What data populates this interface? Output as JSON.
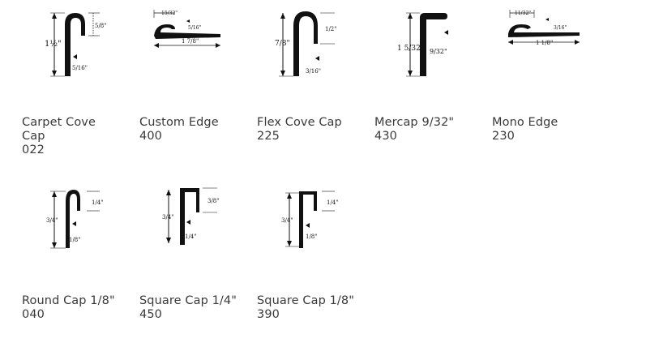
{
  "products": [
    {
      "name_line1": "Carpet Cove",
      "name_line2": "Cap",
      "code": "022",
      "dims": {
        "height": "1½\"",
        "top": "5/8\"",
        "thick": "5/16\""
      }
    },
    {
      "name_line1": "Custom Edge",
      "name_line2": "",
      "code": "400",
      "dims": {
        "top": "15/32\"",
        "thick": "5/16\"",
        "width": "1 7/8\""
      }
    },
    {
      "name_line1": "Flex Cove Cap",
      "name_line2": "",
      "code": "225",
      "dims": {
        "height": "7/8\"",
        "top": "1/2\"",
        "thick": "3/16\""
      }
    },
    {
      "name_line1": "Mercap 9/32\"",
      "name_line2": "",
      "code": "430",
      "dims": {
        "height": "1 5/32\"",
        "thick": "9/32\""
      }
    },
    {
      "name_line1": "Mono Edge",
      "name_line2": "",
      "code": "230",
      "dims": {
        "top": "11/32\"",
        "thick": "3/16\"",
        "width": "1 1/8\""
      }
    },
    {
      "name_line1": "Round Cap 1/8\"",
      "name_line2": "",
      "code": "040",
      "dims": {
        "height": "3/4\"",
        "top": "1/4\"",
        "thick": "1/8\""
      }
    },
    {
      "name_line1": "Square Cap 1/4\"",
      "name_line2": "",
      "code": "450",
      "dims": {
        "height": "3/4\"",
        "top": "3/8\"",
        "thick": "1/4\""
      }
    },
    {
      "name_line1": "Square Cap 1/8\"",
      "name_line2": "",
      "code": "390",
      "dims": {
        "height": "3/4\"",
        "top": "1/4\"",
        "thick": "1/8\""
      }
    }
  ]
}
